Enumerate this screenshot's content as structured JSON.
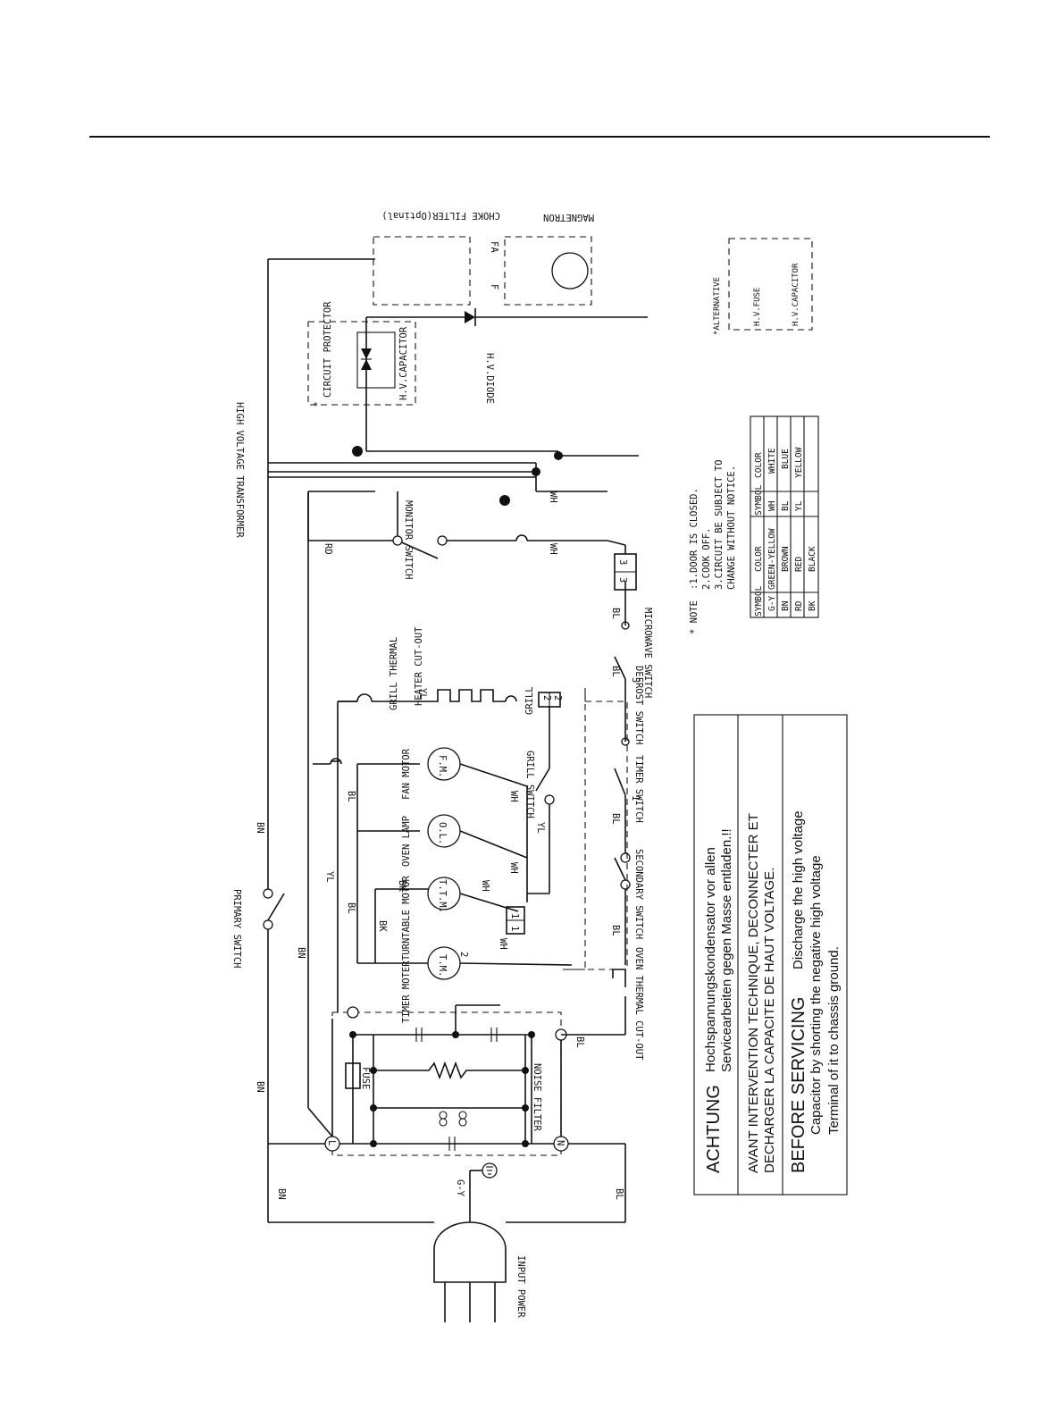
{
  "components": {
    "input_power": "INPUT POWER",
    "ground_wire": "G-Y",
    "primary_switch": "PRIMARY SWITCH",
    "fuse": "FUSE",
    "noise_filter": "NOISE FILTER",
    "terminal_l": "L",
    "terminal_n": "N",
    "timer_motor": "TIMER MOTER",
    "timer_motor_symbol": "T.M.",
    "turntable_motor": "TURNTABLE MOTOR",
    "turntable_motor_symbol": "T.T.M.",
    "oven_lamp": "OVEN LAMP",
    "oven_lamp_symbol": "O.L.",
    "fan_motor": "FAN MOTOR",
    "fan_motor_symbol": "F.M.",
    "grill_thermal": "GRILL THERMAL",
    "heater_cutout": "HEATER CUT-OUT",
    "grill": "GRILL",
    "grill_switch": "GRILL SWITCH",
    "oven_thermal_cutout": "OVEN THERMAL CUT-OUT",
    "secondary_switch": "SECONDARY SWITCH",
    "timer_switch": "TIMER SWITCH",
    "defrost_switch": "DEFROST SWITCH",
    "microwave_switch": "MICROWAVE SWITCH",
    "monitor_switch": "MONITOR SWITCH",
    "high_voltage_transformer": "HIGH VOLTAGE TRANSFORMER",
    "circuit_protector": "CIRCUIT PROTECTOR",
    "hv_capacitor": "H.V.CAPACITOR",
    "hv_diode": "H.V.DIODE",
    "magnetron": "MAGNETRON",
    "choke_filter": "CHOKE FILTER(Optinal)",
    "f_terminal": "F",
    "fa_terminal": "FA",
    "alternative": "*ALTERNATIVE",
    "hv_fuse": "H.V.FUSE",
    "star": "*",
    "connector_1": "1",
    "connector_2": "2",
    "connector_3": "3"
  },
  "wire_labels": {
    "bn": "BN",
    "bl": "BL",
    "yl": "YL",
    "bk": "BK",
    "wh": "WH",
    "rd": "RD"
  },
  "notes": {
    "marker": "* NOTE",
    "line1": ":1.DOOR IS CLOSED.",
    "line2": "2.COOK OFF.",
    "line3": "3.CIRCUIT BE SUBJECT TO",
    "line4": "CHANGE WITHOUT NOTICE."
  },
  "color_table": {
    "headers": [
      "SYMBOL",
      "COLOR",
      "SYMBOL",
      "COLOR"
    ],
    "rows": [
      [
        "G-Y",
        "GREEN-YELLOW",
        "WH",
        "WHITE"
      ],
      [
        "BN",
        "BROWN",
        "BL",
        "BLUE"
      ],
      [
        "RD",
        "RED",
        "YL",
        "YELLOW"
      ],
      [
        "BK",
        "BLACK",
        "",
        ""
      ]
    ]
  },
  "warnings": {
    "achtung_title": "ACHTUNG",
    "achtung_line1": "Hochspannungskondensator vor allen",
    "achtung_line2": "Servicearbeiten gegen Masse entladen.!!",
    "avant_line1": "AVANT INTERVENTION TECHNIQUE, DECONNECTER ET",
    "avant_line2": "DECHARGER LA CAPACITE DE HAUT VOLTAGE.",
    "before_title": "BEFORE SERVICING",
    "before_line1": "Discharge the high voltage",
    "before_line2": "Capacitor by shorting the negative high voltage",
    "before_line3": "Terminal of it to chassis ground."
  }
}
